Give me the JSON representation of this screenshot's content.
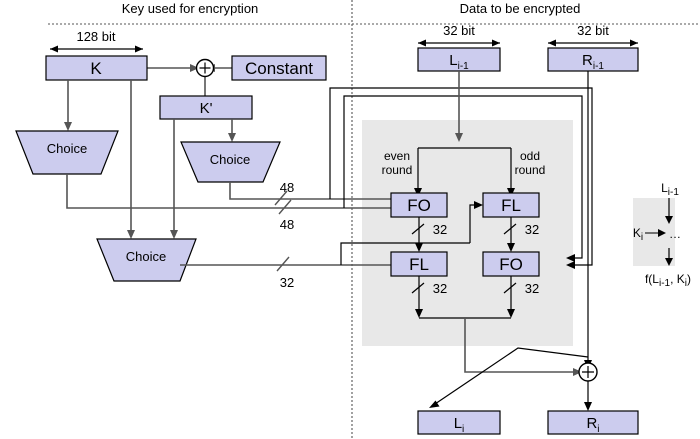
{
  "headers": {
    "left": "Key used for encryption",
    "right": "Data to be encrypted"
  },
  "dimensions": {
    "key_width": "128 bit",
    "left_half_width": "32 bit",
    "right_half_width": "32 bit"
  },
  "key_schedule": {
    "key_box": "K",
    "constant_box": "Constant",
    "kprime_box": "K'",
    "choice_1": "Choice",
    "choice_2": "Choice",
    "choice_3": "Choice",
    "xor_symbol": "⊕"
  },
  "bus_labels": {
    "fo_even_top": "48",
    "fo_even_bottom": "48",
    "fl_even": "32",
    "fo_out_even": "32",
    "fl_out_even": "32",
    "fl_out_odd": "32",
    "fo_out_odd": "32"
  },
  "data_path": {
    "left_input": "L",
    "left_input_sub": "i-1",
    "right_input": "R",
    "right_input_sub": "i-1",
    "left_output": "L",
    "left_output_sub": "i",
    "right_output": "R",
    "right_output_sub": "i",
    "even_round_label_line1": "even",
    "even_round_label_line2": "round",
    "odd_round_label_line1": "odd",
    "odd_round_label_line2": "round",
    "fo_even": "FO",
    "fl_even": "FL",
    "fl_odd": "FL",
    "fo_odd": "FO",
    "xor_symbol": "⊕"
  },
  "legend": {
    "input_label": "L",
    "input_sub": "i-1",
    "key_label": "K",
    "key_sub": "i",
    "ellipsis": "…",
    "output_label": "f(L",
    "output_sub1": "i-1",
    "output_mid": ", K",
    "output_sub2": "i",
    "output_end": ")"
  },
  "colors": {
    "node_fill": "#ccccee",
    "node_stroke": "#000000",
    "gray_panel": "#e8e8e8",
    "wire": "#555555",
    "background": "#ffffff"
  }
}
